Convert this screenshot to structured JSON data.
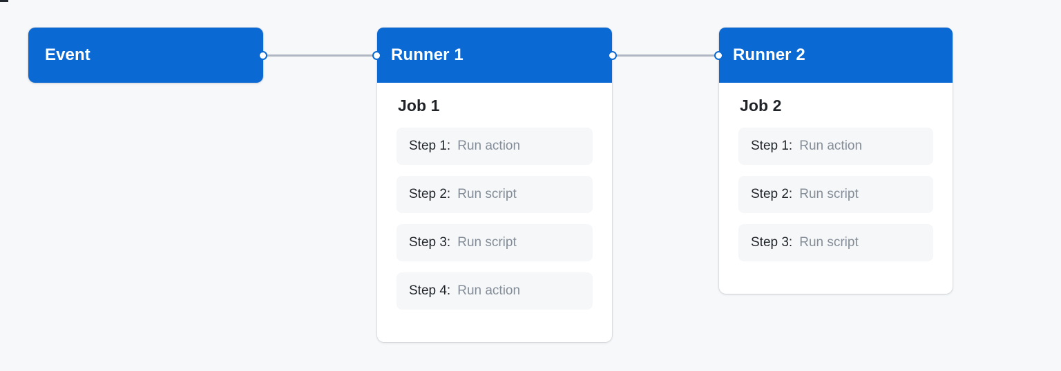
{
  "colors": {
    "background": "#f6f8fa",
    "node_blue": "#0b69d4",
    "edge": "#b0b7c3",
    "step_row_bg": "#f5f7f9",
    "text_dark": "#1f2328",
    "text_muted": "#848d97",
    "handle_fill": "#ffffff"
  },
  "nodes": [
    {
      "id": "event",
      "title": "Event",
      "type": "trigger"
    },
    {
      "id": "runner1",
      "title": "Runner 1",
      "job_title": "Job 1",
      "steps": [
        {
          "label": "Step 1:",
          "value": "Run action"
        },
        {
          "label": "Step 2:",
          "value": "Run script"
        },
        {
          "label": "Step 3:",
          "value": "Run script"
        },
        {
          "label": "Step 4:",
          "value": "Run action"
        }
      ]
    },
    {
      "id": "runner2",
      "title": "Runner 2",
      "job_title": "Job 2",
      "steps": [
        {
          "label": "Step 1:",
          "value": "Run action"
        },
        {
          "label": "Step 2:",
          "value": "Run script"
        },
        {
          "label": "Step 3:",
          "value": "Run script"
        }
      ]
    }
  ],
  "edges": [
    {
      "id": "edge-event-runner1",
      "from": "event",
      "to": "runner1"
    },
    {
      "id": "edge-runner1-runner2",
      "from": "runner1",
      "to": "runner2"
    }
  ]
}
